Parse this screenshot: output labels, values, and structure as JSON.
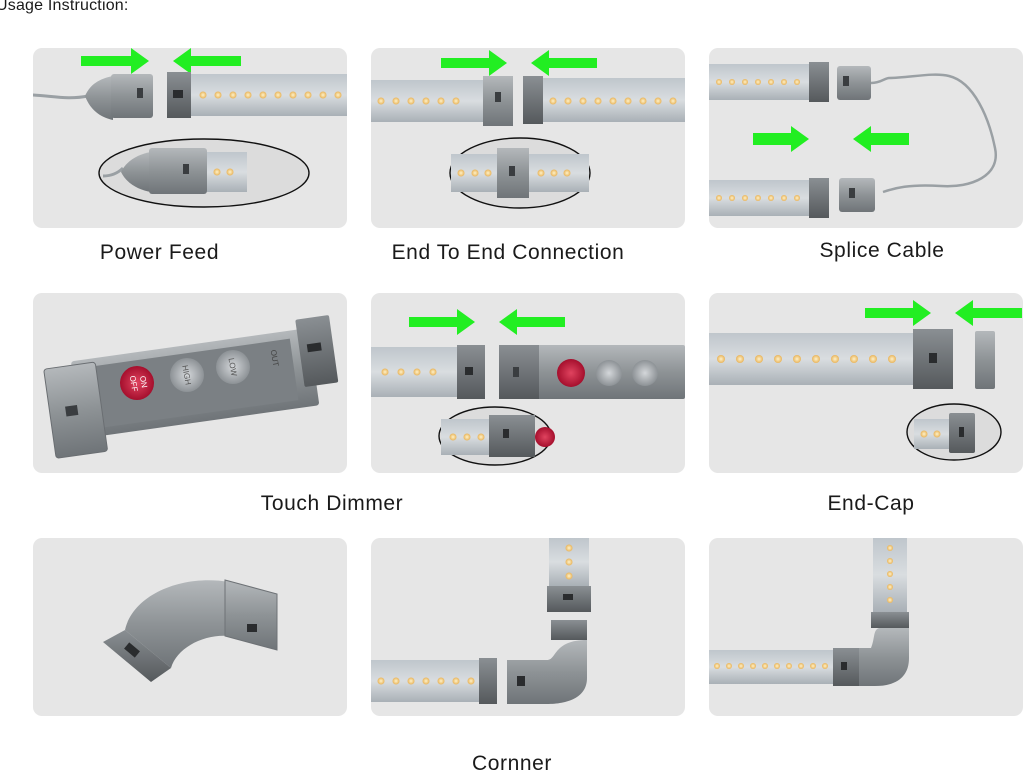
{
  "heading": "Usage Instruction:",
  "captions": {
    "power_feed": "Power Feed",
    "end_to_end": "End To End Connection",
    "splice_cable": "Splice Cable",
    "touch_dimmer": "Touch Dimmer",
    "end_cap": "End-Cap",
    "corner": "Cornner"
  },
  "dimmer_buttons": {
    "on_off_top": "ON",
    "on_off_bottom": "OFF",
    "high": "HIGH",
    "low": "LOW",
    "out": "OUT"
  },
  "colors": {
    "arrow": "#22ee22",
    "panel": "#e6e6e6",
    "led": "#f3c77a",
    "on_off_button": "#c8173d"
  }
}
